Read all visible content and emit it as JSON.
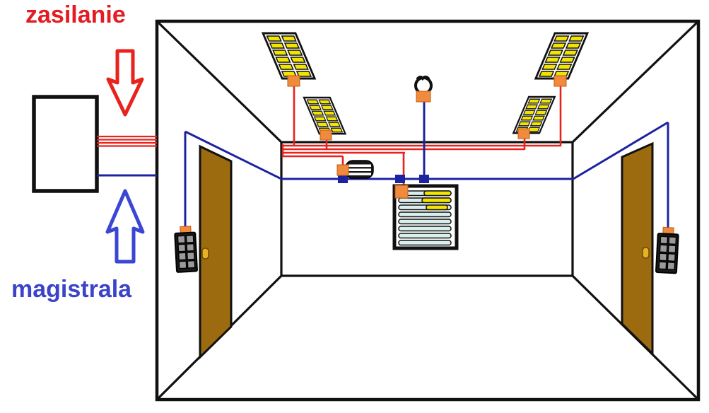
{
  "labels": {
    "power_supply": "zasilanie",
    "bus_line": "magistrala"
  },
  "colors": {
    "power_label_red": "#e41b23",
    "bus_label_blue": "#3b43c8",
    "power_wire_red": "#e8221c",
    "bus_wire_blue": "#1c23a0",
    "arrow_red": "#e8221c",
    "arrow_blue": "#3a46d4",
    "junction_orange": "#f08a3c",
    "door_brown": "#9c6b10",
    "fixture_yellow": "#f2e400",
    "grille_cyan": "#d8efec",
    "outline_black": "#111111"
  },
  "components": [
    "distribution-box",
    "power-arrow-down-icon",
    "bus-arrow-up-icon",
    "room-perspective-outline",
    "ceiling-light-fixture-left-large",
    "ceiling-light-fixture-left-small",
    "ceiling-light-fixture-right-large",
    "ceiling-light-fixture-right-small",
    "ceiling-lamp-bulb",
    "ceiling-diffuser",
    "ventilation-grille",
    "door-left",
    "door-right",
    "wall-switch-left",
    "wall-switch-right",
    "power-wire-bundle",
    "bus-wire"
  ]
}
